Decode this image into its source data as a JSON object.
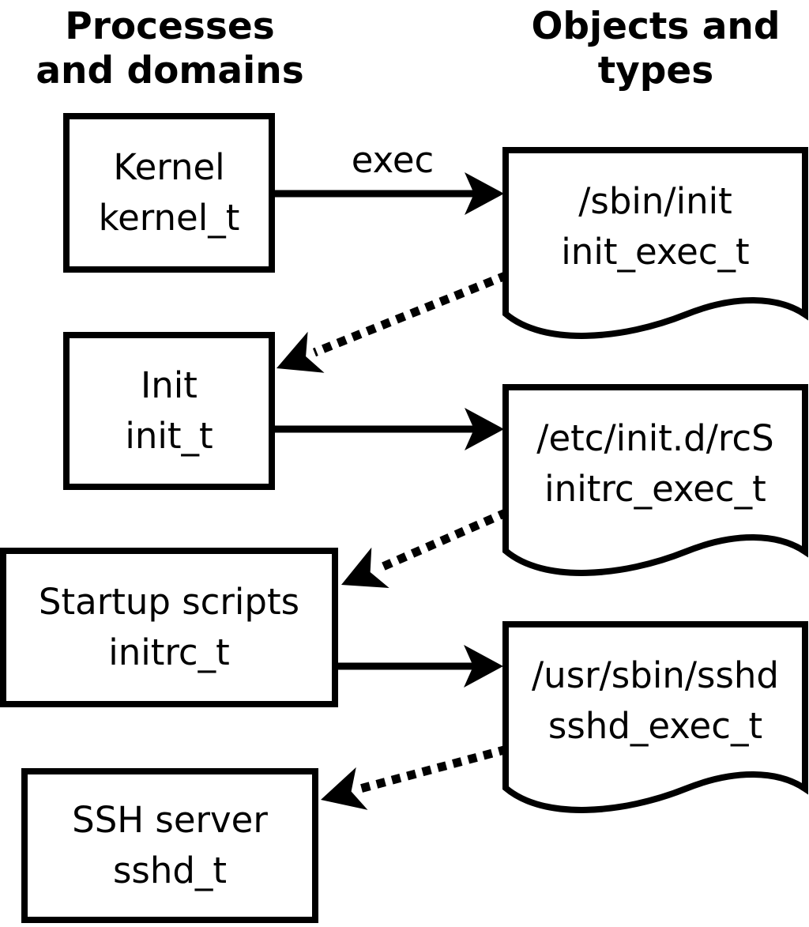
{
  "headers": {
    "left": {
      "line1": "Processes",
      "line2": "and domains"
    },
    "right": {
      "line1": "Objects and",
      "line2": "types"
    }
  },
  "process_boxes": [
    {
      "label": "Kernel",
      "domain": "kernel_t"
    },
    {
      "label": "Init",
      "domain": "init_t"
    },
    {
      "label": "Startup scripts",
      "domain": "initrc_t"
    },
    {
      "label": "SSH server",
      "domain": "sshd_t"
    }
  ],
  "object_files": [
    {
      "path": "/sbin/init",
      "type": "init_exec_t"
    },
    {
      "path": "/etc/init.d/rcS",
      "type": "initrc_exec_t"
    },
    {
      "path": "/usr/sbin/sshd",
      "type": "sshd_exec_t"
    }
  ],
  "arrow_labels": {
    "exec": "exec"
  },
  "colors": {
    "foreground": "#000000",
    "background": "#ffffff"
  }
}
